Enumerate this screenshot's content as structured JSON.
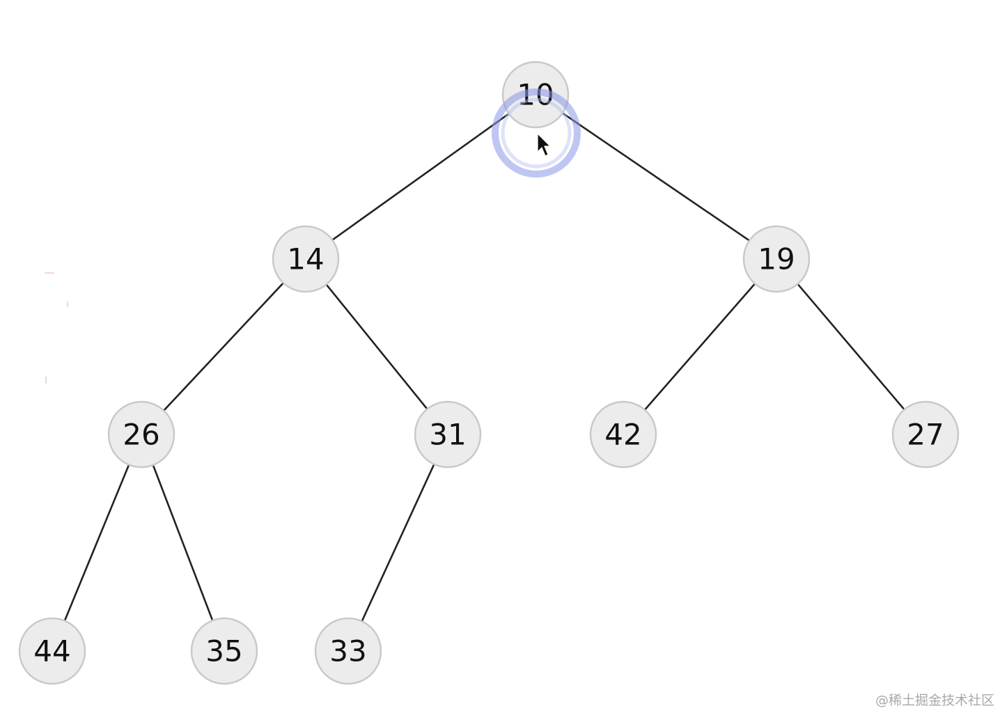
{
  "tree": {
    "nodes": [
      {
        "id": "n10",
        "label": "10"
      },
      {
        "id": "n14",
        "label": "14"
      },
      {
        "id": "n19",
        "label": "19"
      },
      {
        "id": "n26",
        "label": "26"
      },
      {
        "id": "n31",
        "label": "31"
      },
      {
        "id": "n42",
        "label": "42"
      },
      {
        "id": "n27",
        "label": "27"
      },
      {
        "id": "n44",
        "label": "44"
      },
      {
        "id": "n35",
        "label": "35"
      },
      {
        "id": "n33",
        "label": "33"
      }
    ],
    "edges": [
      [
        "n10",
        "n14"
      ],
      [
        "n10",
        "n19"
      ],
      [
        "n14",
        "n26"
      ],
      [
        "n14",
        "n31"
      ],
      [
        "n19",
        "n42"
      ],
      [
        "n19",
        "n27"
      ],
      [
        "n26",
        "n44"
      ],
      [
        "n26",
        "n35"
      ],
      [
        "n31",
        "n33"
      ]
    ],
    "highlighted_node": "n10"
  },
  "colors": {
    "node_fill": "#ececec",
    "node_stroke": "#c9c9c9",
    "edge": "#222222",
    "click_ring": "#8a98e8"
  },
  "watermark": {
    "text": "@稀土掘金技术社区"
  }
}
